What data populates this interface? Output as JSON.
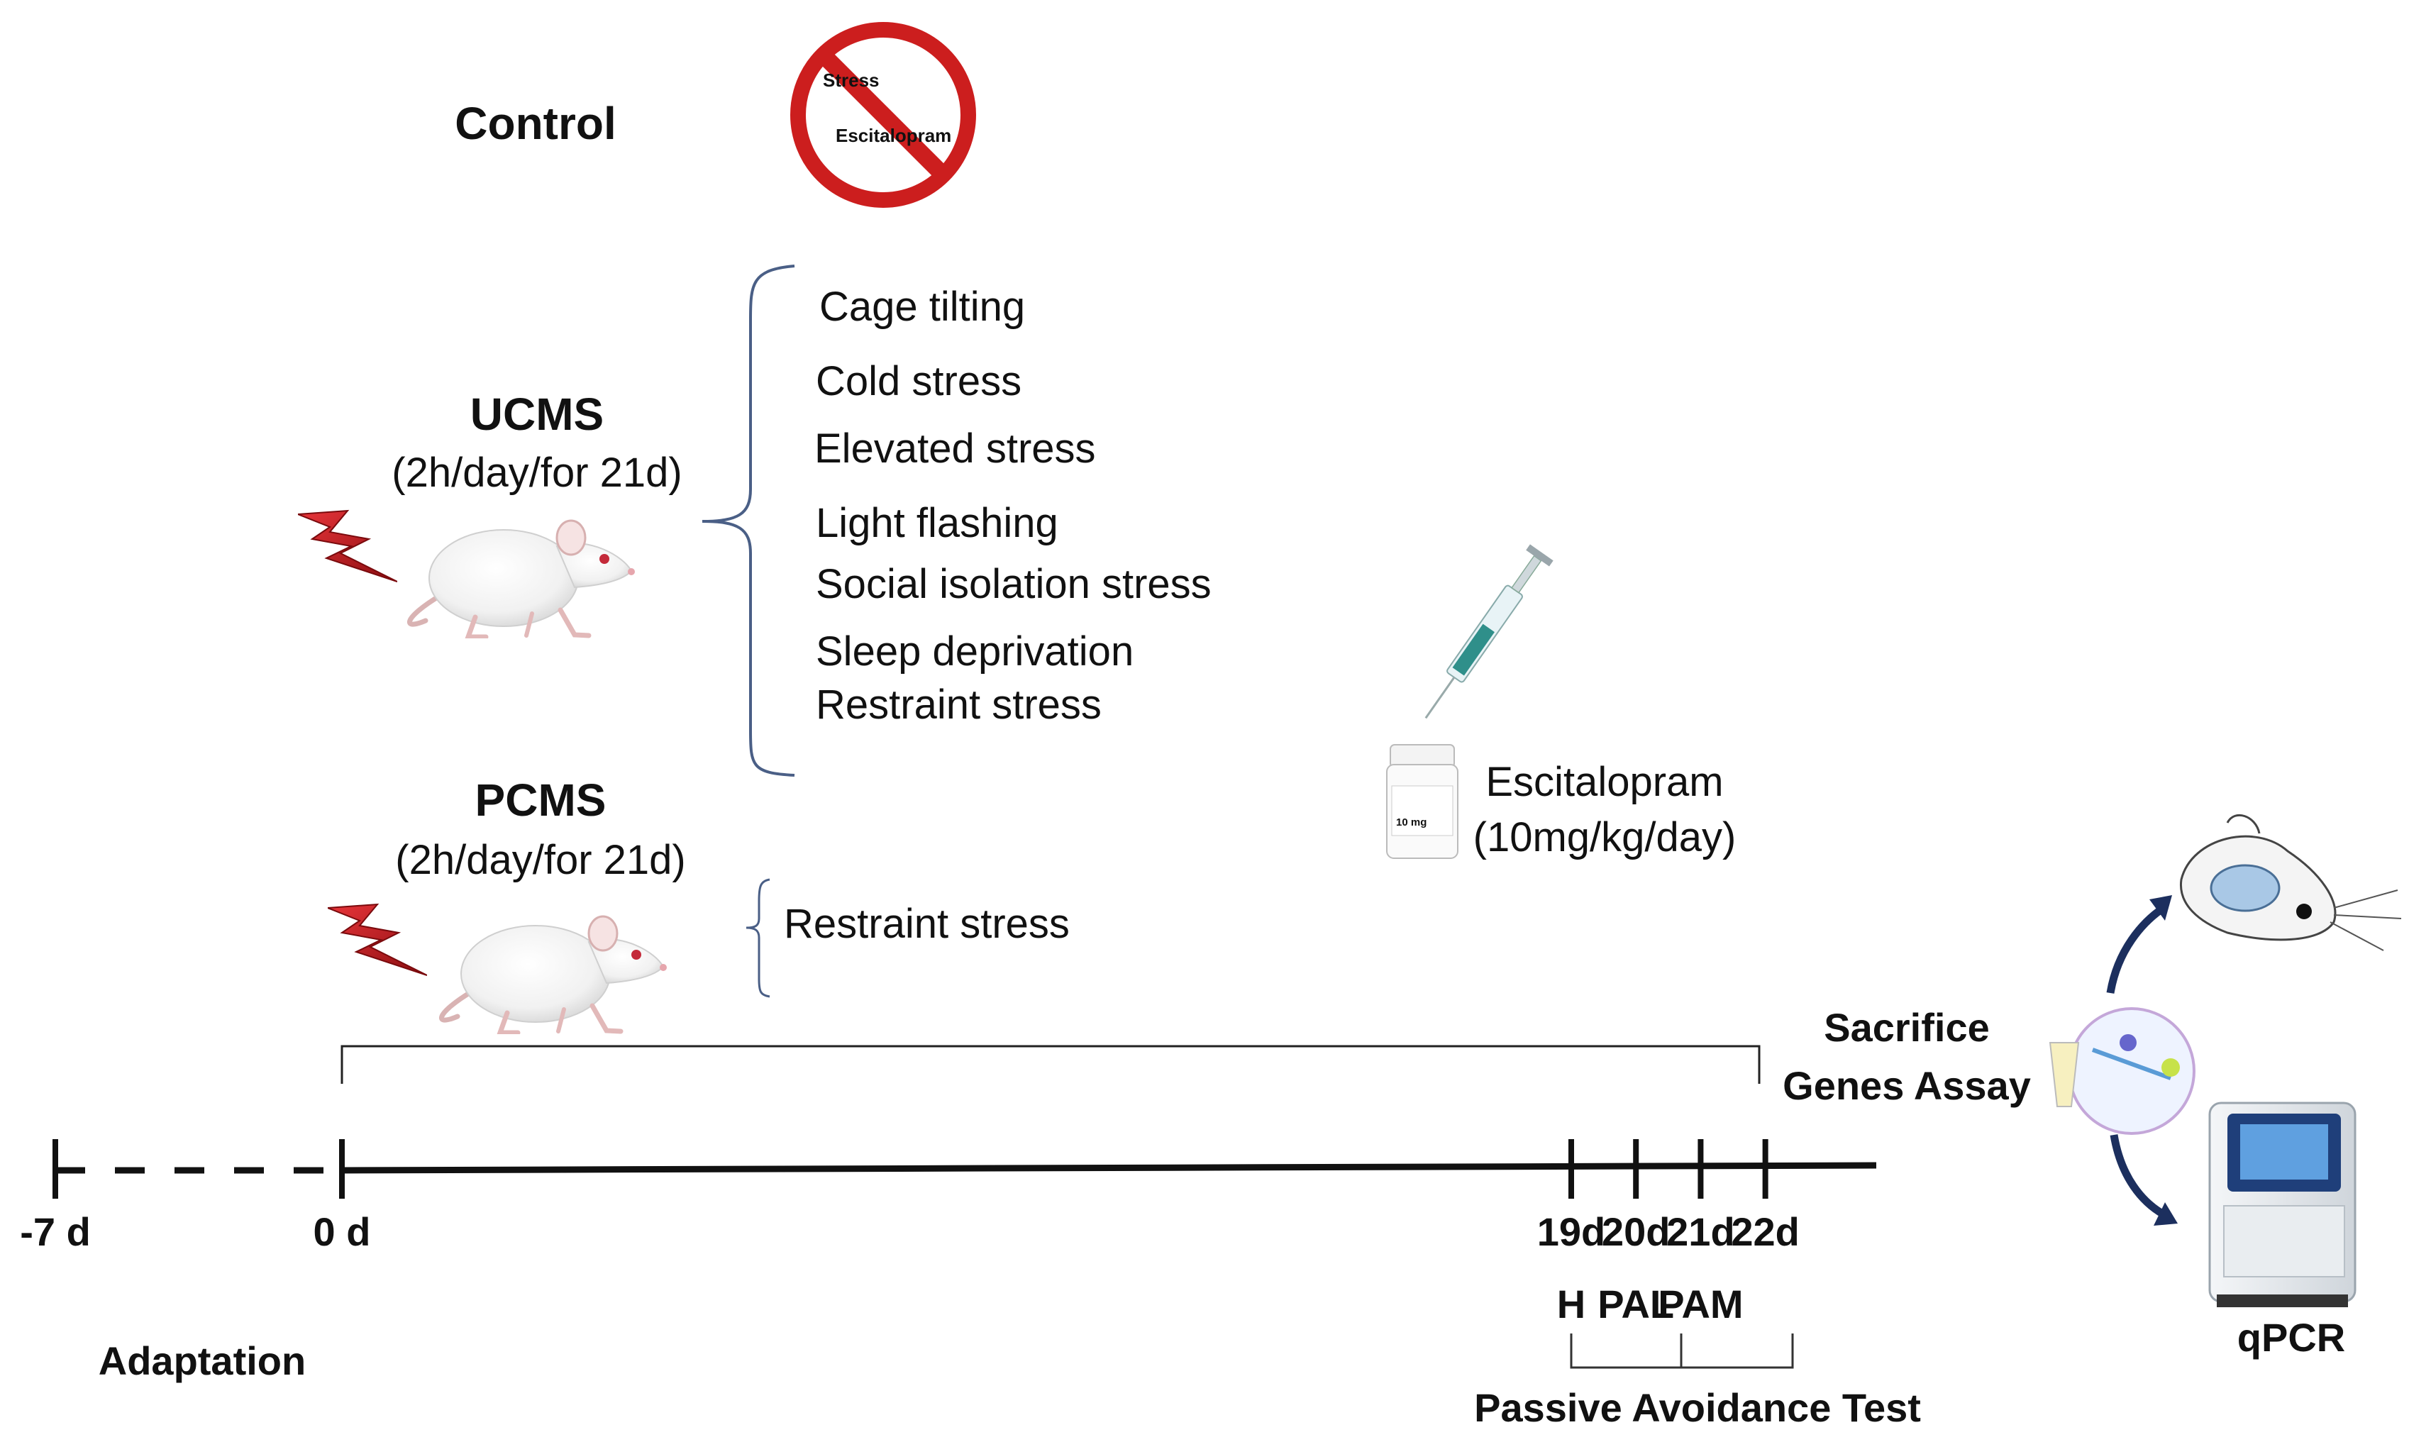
{
  "groups": {
    "control": {
      "title": "Control",
      "sign_words": [
        "Stress",
        "Escitalopram"
      ]
    },
    "ucms": {
      "title": "UCMS",
      "schedule": "(2h/day/for 21d)",
      "stressors": [
        "Cage tilting",
        "Cold stress",
        "Elevated stress",
        "Light flashing",
        "Social isolation stress",
        "Sleep deprivation",
        "Restraint stress"
      ]
    },
    "pcms": {
      "title": "PCMS",
      "schedule": "(2h/day/for 21d)",
      "stressors": [
        "Restraint stress"
      ]
    }
  },
  "drug": {
    "name": "Escitalopram",
    "dose": "(10mg/kg/day)",
    "bottle_text": "10 mg"
  },
  "timeline": {
    "ticks": [
      {
        "day": -7,
        "label": "-7 d"
      },
      {
        "day": 0,
        "label": "0 d"
      },
      {
        "day": 19,
        "label": "19d"
      },
      {
        "day": 20,
        "label": "20d"
      },
      {
        "day": 21,
        "label": "21d"
      },
      {
        "day": 22,
        "label": "22d"
      }
    ],
    "adaptation_label": "Adaptation",
    "tests": [
      {
        "day": 19,
        "label": "H"
      },
      {
        "day": 20,
        "label": "PAL"
      },
      {
        "day": 21,
        "label": "PAM"
      }
    ],
    "tests_group_label": "Passive Avoidance Test"
  },
  "outcome": {
    "line1": "Sacrifice",
    "line2": "Genes Assay",
    "instrument_label": "qPCR"
  },
  "colors": {
    "prohibition_red": "#cc1e1e",
    "arrow_navy": "#1c2f5e",
    "lightning_red": "#c0181c",
    "brace_gray": "#4a5f86"
  },
  "icons": [
    "prohibition-icon",
    "lightning-icon",
    "rat-icon",
    "syringe-icon",
    "pill-bottle-icon",
    "brain-mouse-icon",
    "pipette-icon",
    "qpcr-machine-icon"
  ]
}
